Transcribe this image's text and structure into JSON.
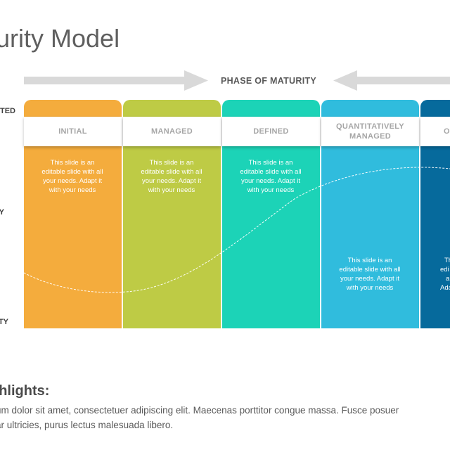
{
  "slide": {
    "title": "urity Model",
    "phase_label": "PHASE OF MATURITY",
    "side_labels": {
      "top": "TED",
      "middle": "Y",
      "bottom": "TY"
    },
    "columns": [
      {
        "header": "INITIAL",
        "text": "This slide is an editable slide with all your needs. Adapt it with your needs",
        "color": "#F4AC3D"
      },
      {
        "header": "MANAGED",
        "text": "This slide is an editable slide with all your needs. Adapt it with your needs",
        "color": "#BECB45"
      },
      {
        "header": "DEFINED",
        "text": "This slide is an editable slide with all your needs. Adapt it with your needs",
        "color": "#1CD3B7"
      },
      {
        "header_line1": "QUANTITATIVELY",
        "header_line2": "MANAGED",
        "text": "This slide is an editable slide with all your needs. Adapt it with your needs",
        "color": "#30BCDD"
      },
      {
        "header": "O",
        "text_lines": [
          "Th",
          "edi",
          "a",
          "Ada"
        ],
        "color": "#066A9C"
      }
    ],
    "highlights": {
      "heading": "ghlights:",
      "line1": "um dolor sit amet, consectetuer adipiscing elit.  Maecenas porttitor congue massa. Fusce posuer",
      "line2": "ar ultricies, purus lectus malesuada libero."
    },
    "colors": {
      "arrow": "#D9D9D9",
      "title": "#5F5F5F",
      "header_text": "#A6A6A6"
    }
  }
}
